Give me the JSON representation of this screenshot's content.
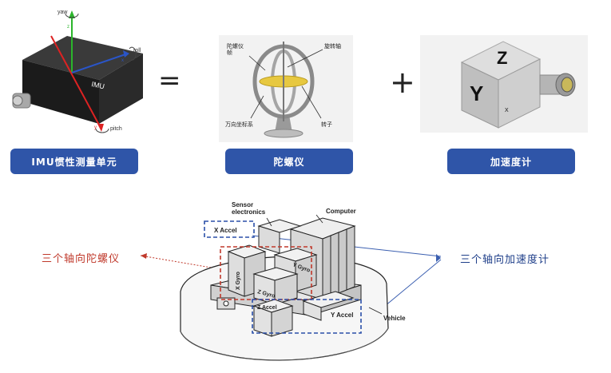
{
  "top_row": {
    "imu": {
      "axis_yaw": "yaw",
      "axis_roll": "roll",
      "axis_pitch": "pitch",
      "axis_z": "z",
      "axis_x": "x",
      "axis_y": "y",
      "body_label": "IMU",
      "caption": "IMU惯性测量单元"
    },
    "equals": "=",
    "gyro": {
      "label_frame": "陀螺仪\n帧",
      "label_spin_axis": "旋转轴",
      "label_gimbal": "万向坐标系",
      "label_rotor": "转子",
      "caption": "陀螺仪"
    },
    "plus": "+",
    "accel": {
      "face_z": "Z",
      "face_y": "Y",
      "face_x": "X",
      "caption": "加速度计"
    }
  },
  "bottom_diagram": {
    "left_label": "三个轴向陀螺仪",
    "right_label": "三个轴向加速度计",
    "sensor_electronics": "Sensor\nelectronics",
    "computer": "Computer",
    "x_accel": "X Accel",
    "y_accel": "Y Accel",
    "z_accel": "Z Accel",
    "x_gyro": "X Gyro",
    "y_gyro": "Y Gyro",
    "z_gyro": "Z Gyro",
    "vehicle": "Vehicle"
  },
  "colors": {
    "pill_bg": "#2f55a8",
    "red_label": "#c0392b",
    "blue_label": "#1f3f8a"
  }
}
